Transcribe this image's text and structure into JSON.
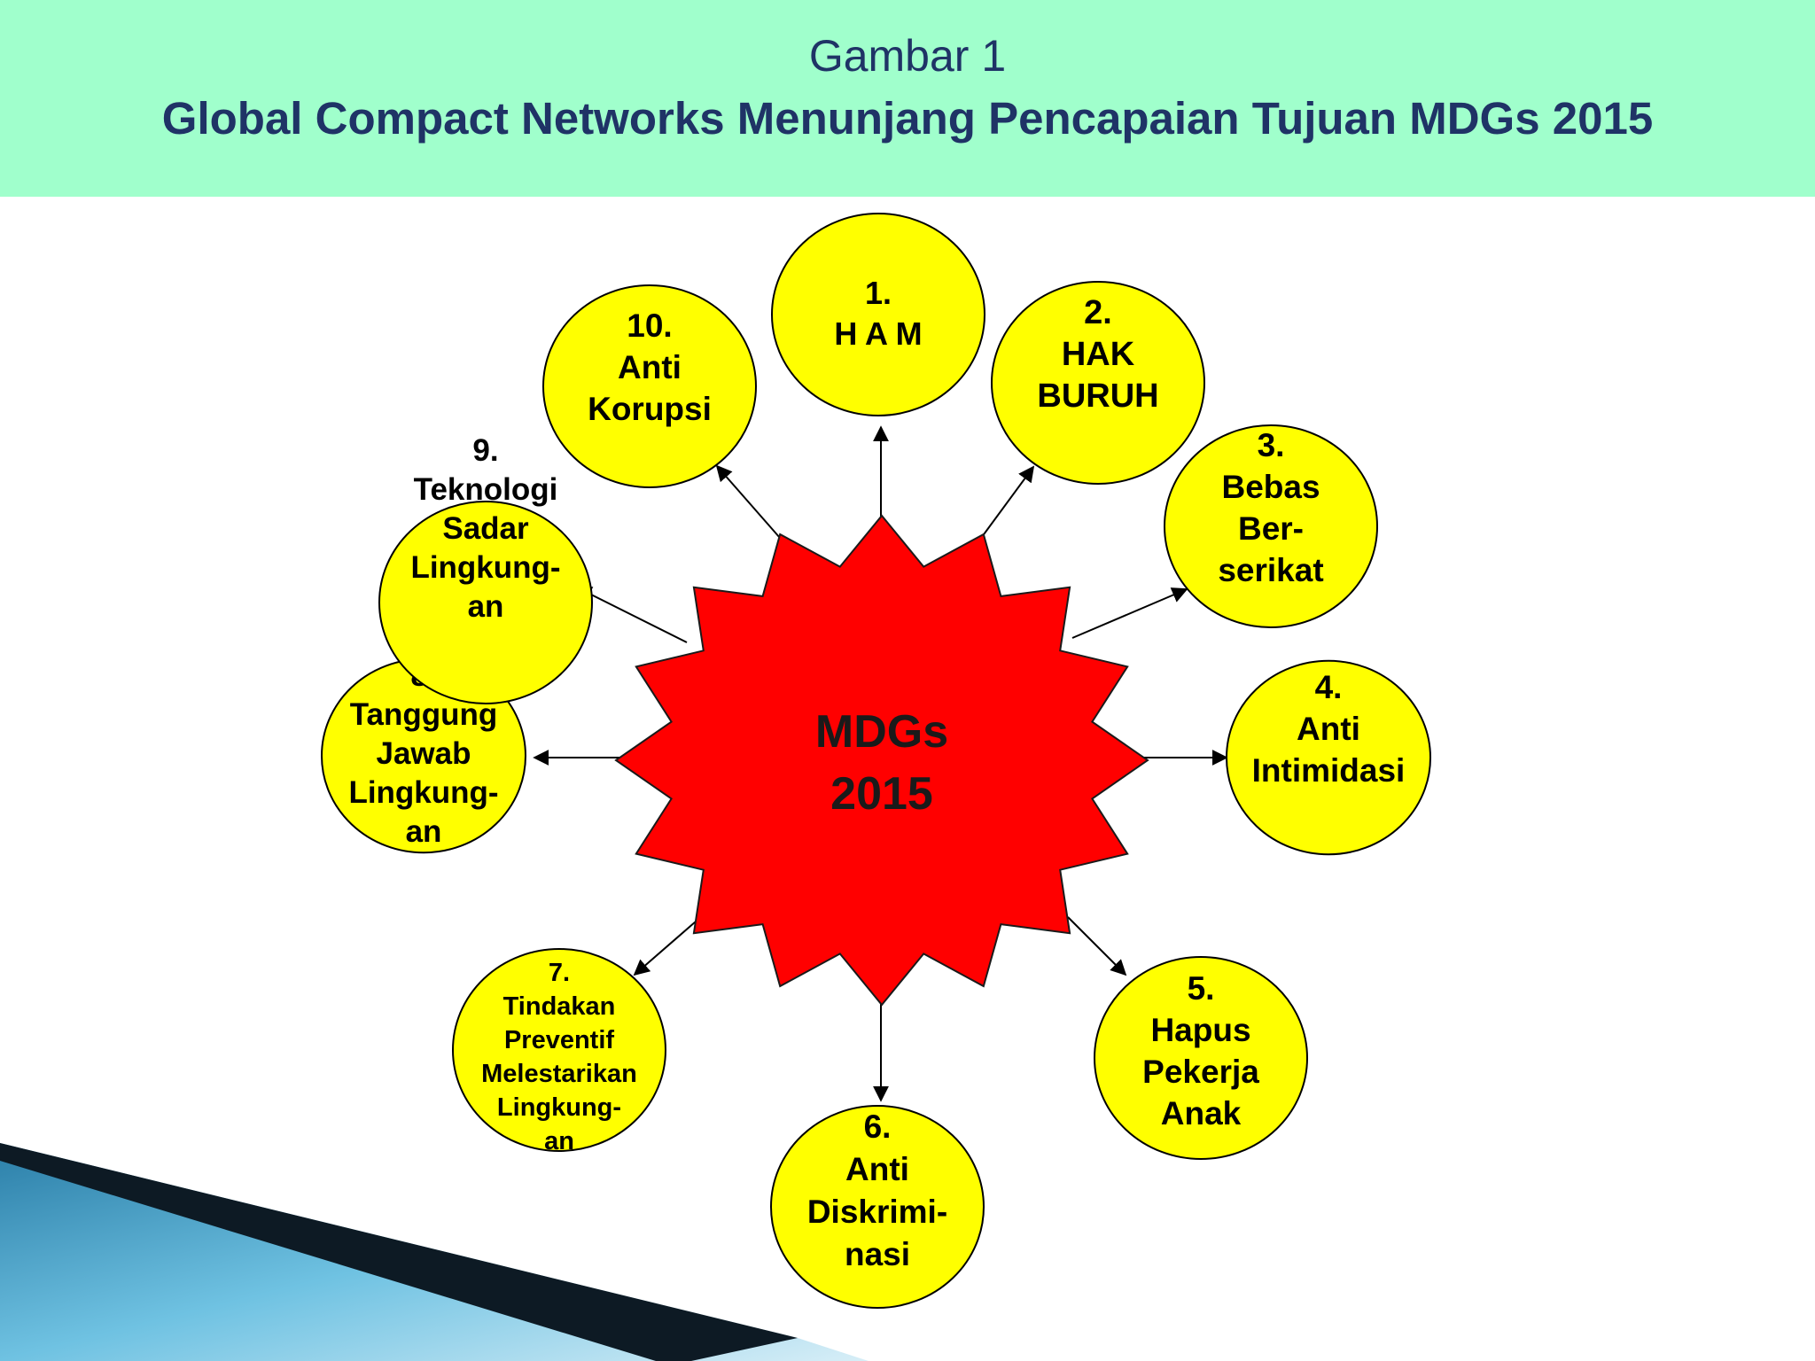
{
  "header": {
    "subtitle": "Gambar 1",
    "title": "Global Compact Networks Menunjang Pencapaian Tujuan MDGs 2015"
  },
  "colors": {
    "header_bg": "#a0ffcc",
    "title": "#1f3366",
    "node_fill": "#ffff00",
    "center_fill": "#ff0000"
  },
  "center": {
    "lines": [
      "MDGs",
      "2015"
    ]
  },
  "nodes": [
    {
      "id": "1",
      "lines": [
        "1.",
        "H A M"
      ]
    },
    {
      "id": "2",
      "lines": [
        "2.",
        "HAK",
        "BURUH"
      ]
    },
    {
      "id": "3",
      "lines": [
        "3.",
        "Bebas",
        "Ber-",
        "serikat"
      ]
    },
    {
      "id": "4",
      "lines": [
        "4.",
        "Anti",
        "Intimidasi"
      ]
    },
    {
      "id": "5",
      "lines": [
        "5.",
        "Hapus",
        "Pekerja",
        "Anak"
      ]
    },
    {
      "id": "6",
      "lines": [
        "6.",
        "Anti",
        "Diskrimi-",
        "nasi"
      ]
    },
    {
      "id": "7",
      "lines": [
        "7.",
        "Tindakan",
        "Preventif",
        "Melestarikan",
        "Lingkung-",
        "an"
      ]
    },
    {
      "id": "8",
      "lines": [
        "8.",
        "Tanggung",
        "Jawab",
        "Lingkung-",
        "an"
      ]
    },
    {
      "id": "9",
      "lines": [
        "9.",
        "Teknologi",
        "Sadar",
        "Lingkung-",
        "an"
      ]
    },
    {
      "id": "10",
      "lines": [
        "10.",
        "Anti",
        "Korupsi"
      ]
    }
  ]
}
